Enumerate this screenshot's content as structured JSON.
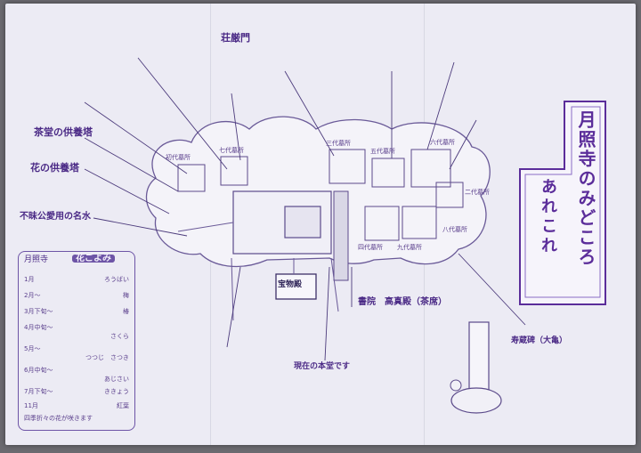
{
  "title": {
    "line1": "月照寺のみどころ",
    "line2": "あれこれ"
  },
  "headings": {
    "sandou": "茶堂の供養塔",
    "hana": "花の供養塔",
    "fumei": "不昧公愛用の名水",
    "kame": "寿蔵碑（大亀）",
    "shoin": "書院　高真殿（茶席）",
    "hondo": "現在の本堂です",
    "kinen": "荘厳門"
  },
  "map_labels": {
    "takaramono": "宝物殿",
    "shodai": "初代墓所",
    "nidai": "二代墓所",
    "sandai": "三代墓所",
    "yondai": "四代墓所",
    "godai": "五代墓所",
    "rokudai": "六代墓所",
    "nanadai": "七代墓所",
    "hachidai": "八代墓所",
    "kudai": "九代墓所"
  },
  "calendar": {
    "title_prefix": "月照寺",
    "title_tag": "花ごよみ",
    "rows": [
      {
        "month": "1月",
        "flower": "ろうばい"
      },
      {
        "month": "2月〜",
        "flower": "梅"
      },
      {
        "month": "3月下旬〜",
        "flower": "椿"
      },
      {
        "month": "4月中旬〜",
        "flower": "さくら"
      },
      {
        "month": "5月〜",
        "flower": "つつじ　さつき"
      },
      {
        "month": "6月中旬〜",
        "flower": "あじさい"
      },
      {
        "month": "7月下旬〜",
        "flower": "ききょう"
      },
      {
        "month": "11月",
        "flower": "紅葉"
      },
      {
        "month": "四季折々の花が咲きます",
        "flower": ""
      }
    ]
  },
  "colors": {
    "ink": "#5a3f8c",
    "paper": "#ecebf4",
    "accent": "#6d3fb0"
  }
}
